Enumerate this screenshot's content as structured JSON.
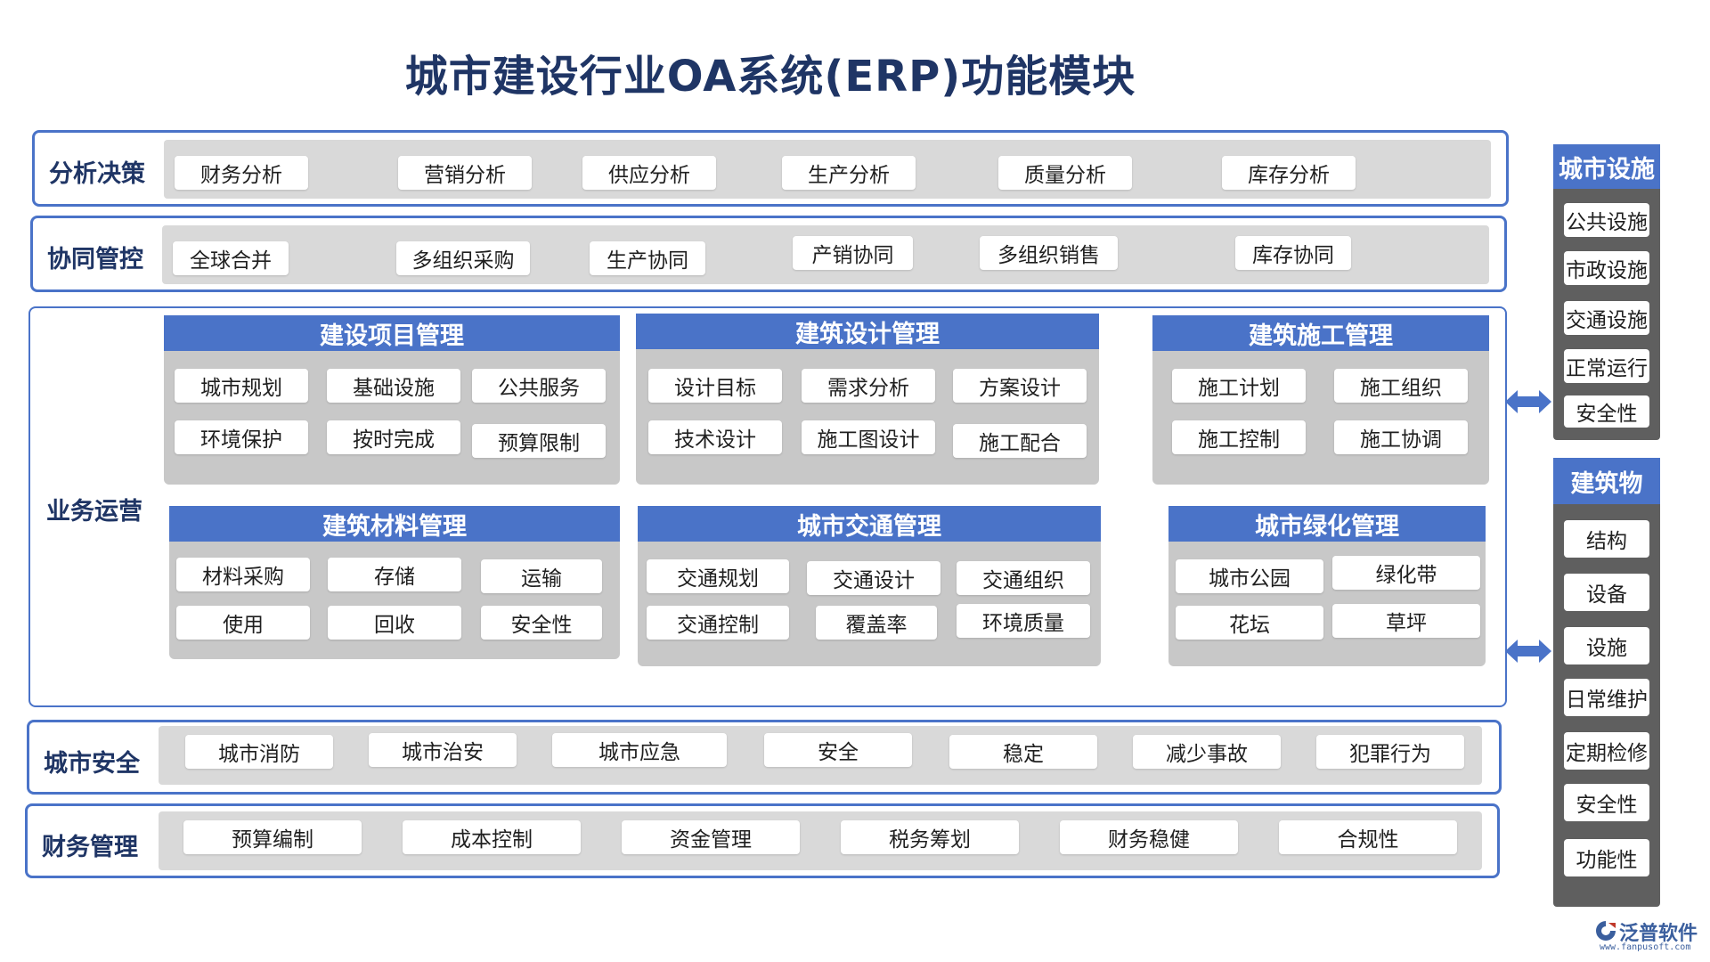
{
  "title": "城市建设行业OA系统(ERP)功能模块",
  "colors": {
    "accent": "#4a73c8",
    "title": "#1f3565",
    "panel_gray": "#c8c8c8",
    "side_dark": "#5f5f5f",
    "track": "#d9d9d9"
  },
  "analysis": {
    "label": "分析决策",
    "items": [
      "财务分析",
      "营销分析",
      "供应分析",
      "生产分析",
      "质量分析",
      "库存分析"
    ]
  },
  "collab": {
    "label": "协同管控",
    "items": [
      "全球合并",
      "多组织采购",
      "生产协同",
      "产销协同",
      "多组织销售",
      "库存协同"
    ]
  },
  "ops": {
    "label": "业务运营",
    "modules": [
      {
        "title": "建设项目管理",
        "items": [
          "城市规划",
          "基础设施",
          "公共服务",
          "环境保护",
          "按时完成",
          "预算限制"
        ]
      },
      {
        "title": "建筑设计管理",
        "items": [
          "设计目标",
          "需求分析",
          "方案设计",
          "技术设计",
          "施工图设计",
          "施工配合"
        ]
      },
      {
        "title": "建筑施工管理",
        "items": [
          "施工计划",
          "施工组织",
          "施工控制",
          "施工协调"
        ]
      },
      {
        "title": "建筑材料管理",
        "items": [
          "材料采购",
          "存储",
          "运输",
          "使用",
          "回收",
          "安全性"
        ]
      },
      {
        "title": "城市交通管理",
        "items": [
          "交通规划",
          "交通设计",
          "交通组织",
          "交通控制",
          "覆盖率",
          "环境质量"
        ]
      },
      {
        "title": "城市绿化管理",
        "items": [
          "城市公园",
          "绿化带",
          "花坛",
          "草坪"
        ]
      }
    ]
  },
  "security": {
    "label": "城市安全",
    "items": [
      "城市消防",
      "城市治安",
      "城市应急",
      "安全",
      "稳定",
      "减少事故",
      "犯罪行为"
    ]
  },
  "finance": {
    "label": "财务管理",
    "items": [
      "预算编制",
      "成本控制",
      "资金管理",
      "税务筹划",
      "财务稳健",
      "合规性"
    ]
  },
  "side_facilities": {
    "title": "城市设施",
    "items": [
      "公共设施",
      "市政设施",
      "交通设施",
      "正常运行",
      "安全性"
    ]
  },
  "side_buildings": {
    "title": "建筑物",
    "items": [
      "结构",
      "设备",
      "设施",
      "日常维护",
      "定期检修",
      "安全性",
      "功能性"
    ]
  },
  "logo": {
    "name": "泛普软件",
    "url": "www.fanpusoft.com"
  }
}
